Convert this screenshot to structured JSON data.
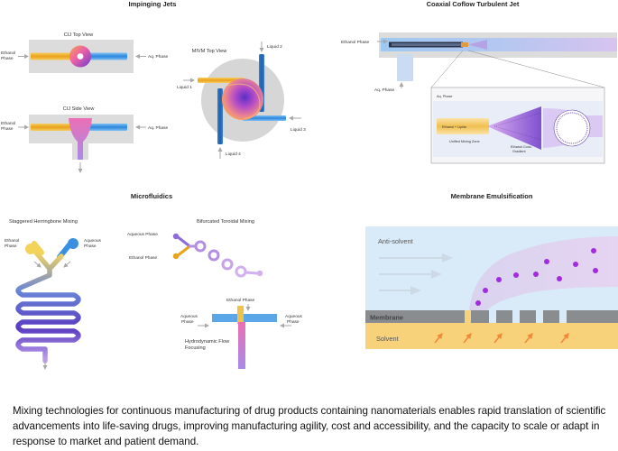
{
  "sections": {
    "impinging_jets": "Impinging Jets",
    "coaxial": "Coaxial Coflow Turbulent Jet",
    "microfluidics": "Microfluidics",
    "membrane": "Membrane Emulsification"
  },
  "cij_top": {
    "title": "CIJ Top View",
    "left_line1": "Ethanol",
    "left_line2": "Phase",
    "right": "Aq. Phase"
  },
  "cij_side": {
    "title": "CIJ Side View",
    "left_line1": "Ethanol",
    "left_line2": "Phase",
    "right": "Aq. Phase"
  },
  "mivm": {
    "title": "MIVM Top View",
    "liquid1": "Liquid 1",
    "liquid2": "Liquid 2",
    "liquid3": "Liquid 3",
    "liquid4": "Liquid 4"
  },
  "coaxial": {
    "ethanol": "Ethanol Phase",
    "aq": "Aq. Phase",
    "detail_aq": "Aq. Phase",
    "ethanol_lipids": "Ethanol + Lipids",
    "unified_zone": "Unified Mixing Zone",
    "ethanol_grad_1": "Ethanol Conc.",
    "ethanol_grad_2": "Gradient"
  },
  "herringbone": {
    "title": "Staggered Herringbone Mixing",
    "ethanol_1": "Ethanol",
    "ethanol_2": "Phase",
    "aqueous_1": "Aqueous",
    "aqueous_2": "Phase"
  },
  "toroidal": {
    "title": "Bifurcated Toroidal Mixing",
    "aqueous": "Aqueous Phase",
    "ethanol": "Ethanol Phase"
  },
  "hydro": {
    "ethanol": "Ethanol Phase",
    "aq_left_1": "Aqueous",
    "aq_left_2": "Phase",
    "aq_right_1": "Aqueous",
    "aq_right_2": "Phase",
    "title_1": "Hydrodynamic Flow",
    "title_2": "Focusing"
  },
  "membrane": {
    "anti_solvent": "Anti-solvent",
    "membrane": "Membrane",
    "solvent": "Solvent"
  },
  "caption": "Mixing technologies for continuous manufacturing of drug products containing nanomaterials enables rapid translation of scientific advancements into life-saving drugs, improving manufacturing agility, cost and accessibility, and the capacity to scale or adapt in response to market and patient demand.",
  "colors": {
    "ethanol": "#f2b431",
    "aqueous": "#3a8fe0",
    "mix_start": "#f06fae",
    "mix_end": "#7a3cc8",
    "housing": "#d9d9d9",
    "membrane": "#8a8d90",
    "solvent": "#f8d27a",
    "anti_solvent": "#d6eaf8"
  }
}
